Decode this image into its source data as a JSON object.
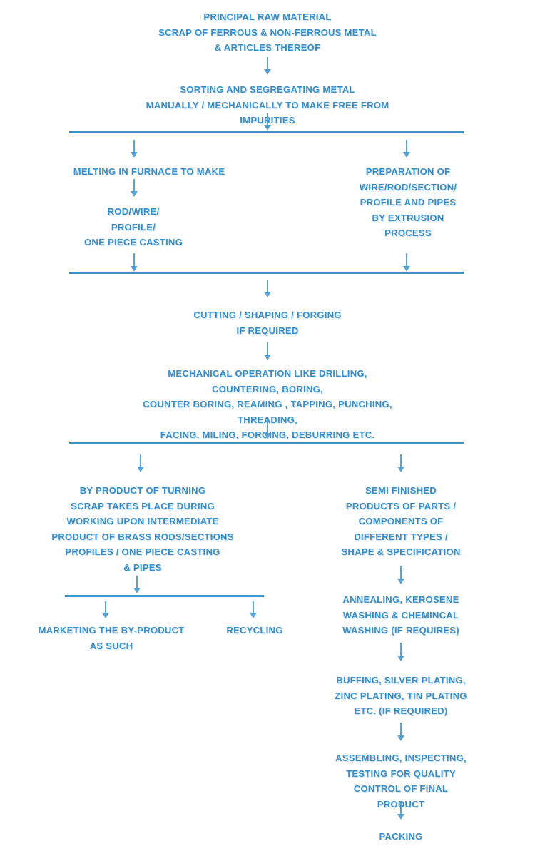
{
  "colors": {
    "text": "#3d8ec7",
    "arrow": "#55a3d6",
    "line": "#3b92c4",
    "background": "#ffffff"
  },
  "flowchart": {
    "nodes": {
      "principal": "PRINCIPAL RAW MATERIAL\nSCRAP OF FERROUS & NON-FERROUS METAL\n& ARTICLES THEREOF",
      "sorting": "SORTING AND SEGREGATING METAL\nMANUALLY / MECHANICALLY TO MAKE FREE FROM IMPURITIES",
      "melting": "MELTING IN FURNACE TO MAKE",
      "rod_wire": "ROD/WIRE/\nPROFILE/\nONE PIECE CASTING",
      "preparation": "PREPARATION OF\nWIRE/ROD/SECTION/\nPROFILE AND PIPES\nBY EXTRUSION\nPROCESS",
      "cutting": "CUTTING / SHAPING / FORGING\nIF REQUIRED",
      "mechanical": "MECHANICAL OPERATION LIKE DRILLING, COUNTERING, BORING,\nCOUNTER BORING, REAMING , TAPPING, PUNCHING, THREADING,\nFACING, MILING, FORGING, DEBURRING ETC.",
      "byproduct": "BY PRODUCT OF TURNING\nSCRAP TAKES PLACE DURING\nWORKING UPON INTERMEDIATE\nPRODUCT OF BRASS RODS/SECTIONS\nPROFILES / ONE PIECE CASTING\n& PIPES",
      "marketing": "MARKETING THE BY-PRODUCT\nAS SUCH",
      "recycling": "RECYCLING",
      "semi_finished": "SEMI FINISHED\nPRODUCTS OF PARTS /\nCOMPONENTS OF\nDIFFERENT TYPES /\nSHAPE & SPECIFICATION",
      "annealing": "ANNEALING, KEROSENE\nWASHING & CHEMINCAL\nWASHING (IF REQUIRES)",
      "buffing": "BUFFING, SILVER PLATING,\nZINC PLATING, TIN PLATING\nETC. (IF REQUIRED)",
      "assembling": "ASSEMBLING, INSPECTING,\nTESTING FOR QUALITY\nCONTROL OF FINAL PRODUCT",
      "packing": "PACKING"
    }
  }
}
